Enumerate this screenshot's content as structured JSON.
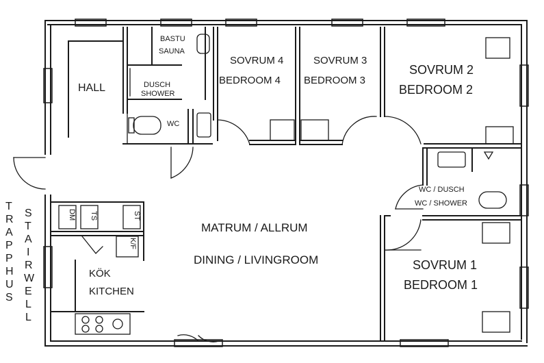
{
  "rooms": {
    "hall": "HALL",
    "bastu": "BASTU",
    "sauna": "SAUNA",
    "dusch": "DUSCH",
    "shower": "SHOWER",
    "wc": "WC",
    "sovrum4": "SOVRUM 4",
    "bedroom4": "BEDROOM 4",
    "sovrum3": "SOVRUM 3",
    "bedroom3": "BEDROOM 3",
    "sovrum2": "SOVRUM 2",
    "bedroom2": "BEDROOM 2",
    "wc_dusch": "WC / DUSCH",
    "wc_shower": "WC / SHOWER",
    "matrum": "MATRUM / ALLRUM",
    "dining": "DINING / LIVINGROOM",
    "sovrum1": "SOVRUM 1",
    "bedroom1": "BEDROOM 1",
    "kok": "KÖK",
    "kitchen": "KITCHEN"
  },
  "appliances": {
    "dm": "DM",
    "ts": "TS",
    "st": "ST",
    "kf": "K/F"
  },
  "stair": {
    "trapphus": [
      "T",
      "R",
      "A",
      "P",
      "P",
      "H",
      "U",
      "S"
    ],
    "stairwell": [
      "S",
      "T",
      "A",
      "I",
      "R",
      "W",
      "E",
      "L",
      "L"
    ]
  }
}
